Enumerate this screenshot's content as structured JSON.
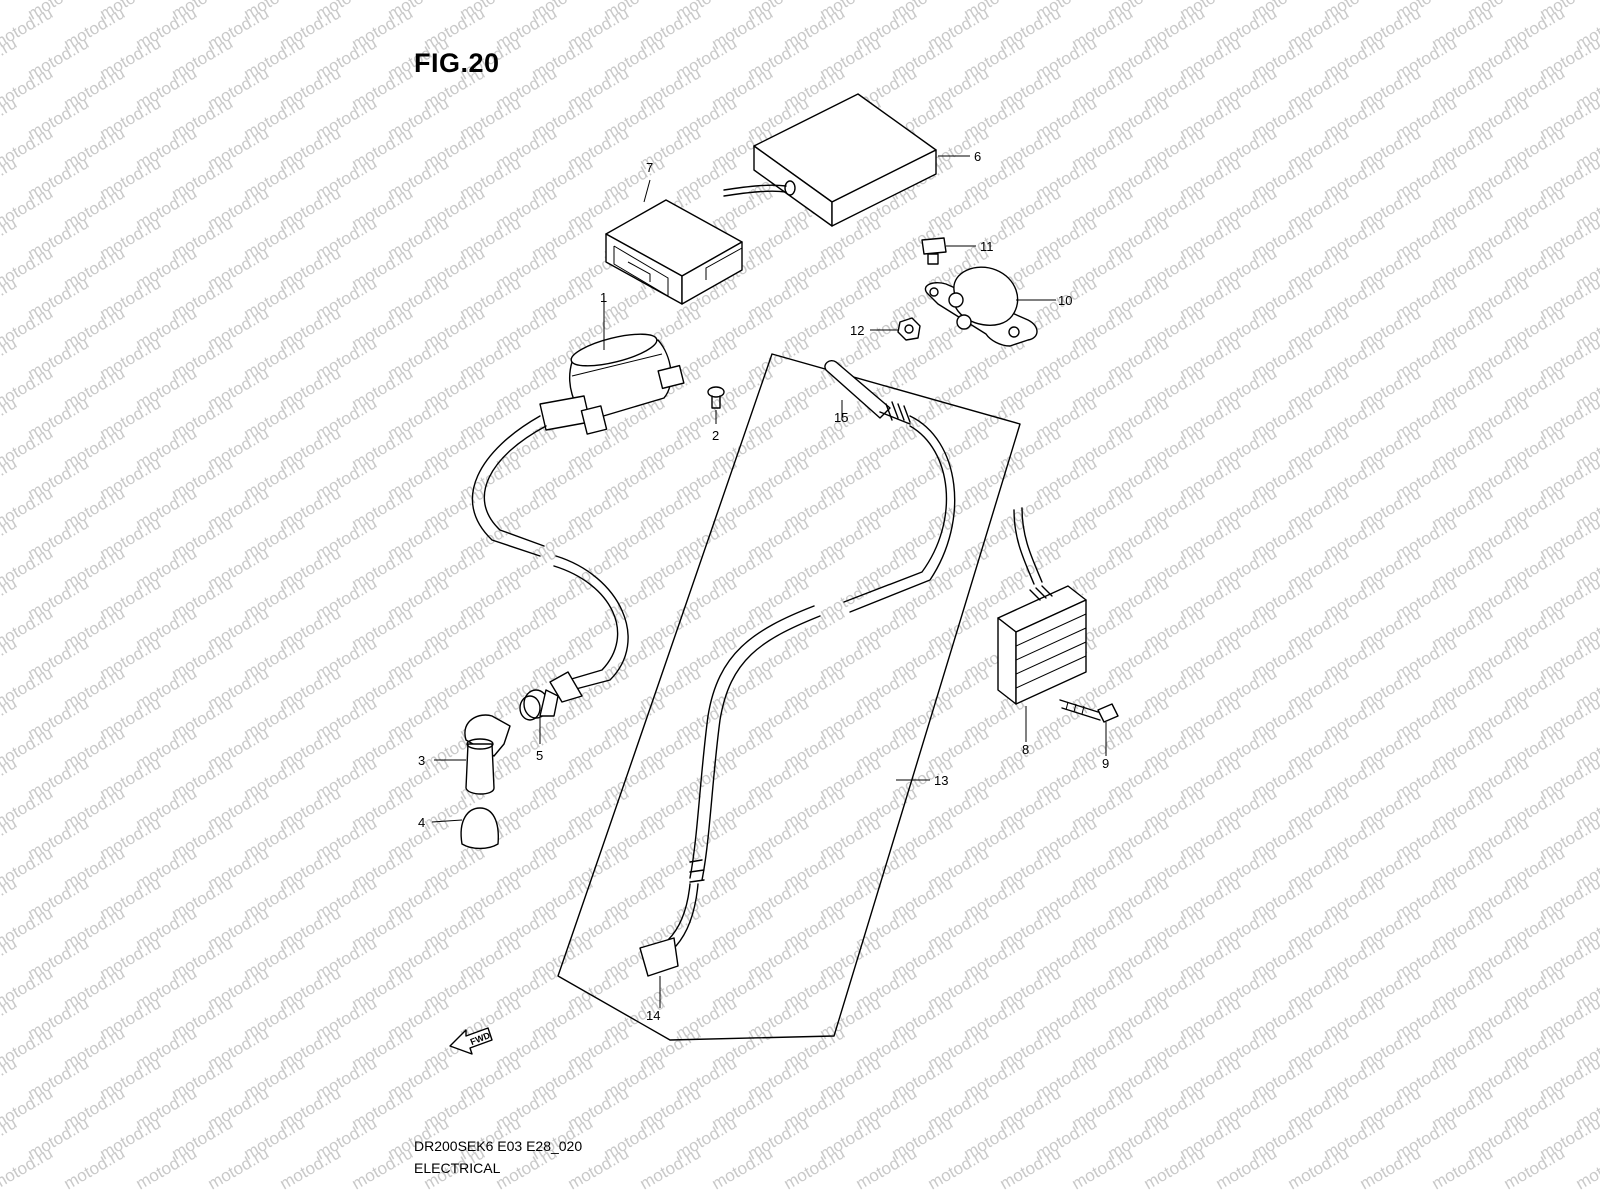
{
  "figure": {
    "title": "FIG.20",
    "model_code": "DR200SEK6 E03 E28_020",
    "section": "ELECTRICAL",
    "fwd_label": "FWD"
  },
  "watermark": {
    "text": "motod.ru"
  },
  "callouts": [
    {
      "id": "1",
      "label": "1"
    },
    {
      "id": "2",
      "label": "2"
    },
    {
      "id": "3",
      "label": "3"
    },
    {
      "id": "4",
      "label": "4"
    },
    {
      "id": "5",
      "label": "5"
    },
    {
      "id": "6",
      "label": "6"
    },
    {
      "id": "7",
      "label": "7"
    },
    {
      "id": "8",
      "label": "8"
    },
    {
      "id": "9",
      "label": "9"
    },
    {
      "id": "10",
      "label": "10"
    },
    {
      "id": "11",
      "label": "11"
    },
    {
      "id": "12",
      "label": "12"
    },
    {
      "id": "13",
      "label": "13"
    },
    {
      "id": "14",
      "label": "14"
    },
    {
      "id": "15",
      "label": "15"
    }
  ]
}
